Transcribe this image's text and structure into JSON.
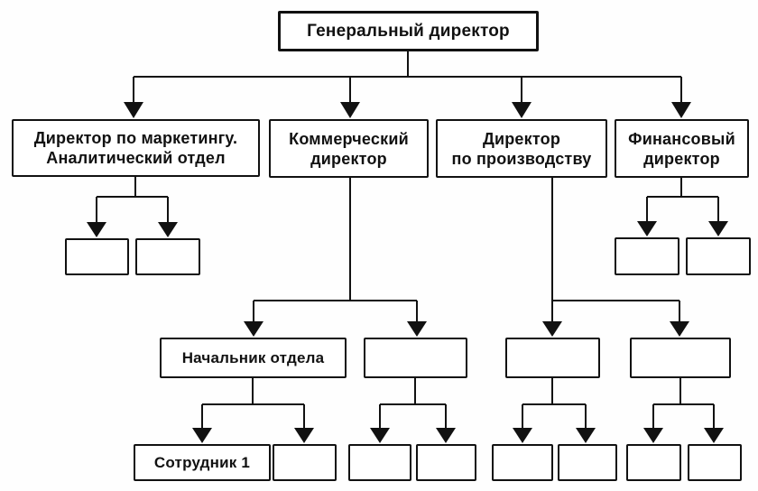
{
  "diagram_type": "org-chart",
  "colors": {
    "line": "#111111",
    "box_border": "#111111",
    "box_bg": "#ffffff",
    "page_bg": "#fefefe"
  },
  "nodes": {
    "general_director": "Генеральный директор",
    "marketing_director": {
      "line1": "Директор по маркетингу.",
      "line2": "Аналитический отдел"
    },
    "commercial_director": {
      "line1": "Коммерческий",
      "line2": "директор"
    },
    "production_director": {
      "line1": "Директор",
      "line2": "по производству"
    },
    "finance_director": {
      "line1": "Финансовый",
      "line2": "директор"
    },
    "department_head": "Начальник отдела",
    "employee_1": "Сотрудник 1",
    "empty_box": ""
  },
  "hierarchy": {
    "root": "general_director",
    "children": [
      {
        "node": "marketing_director",
        "children": [
          "empty",
          "empty"
        ]
      },
      {
        "node": "commercial_director",
        "children": [
          {
            "node": "department_head",
            "children": [
              "employee_1",
              "empty"
            ]
          },
          {
            "node": "empty",
            "children": [
              "empty",
              "empty"
            ]
          }
        ]
      },
      {
        "node": "production_director",
        "children": [
          {
            "node": "empty",
            "children": [
              "empty",
              "empty"
            ]
          },
          {
            "node": "empty",
            "children": [
              "empty",
              "empty"
            ]
          }
        ]
      },
      {
        "node": "finance_director",
        "children": [
          "empty",
          "empty"
        ]
      }
    ]
  }
}
